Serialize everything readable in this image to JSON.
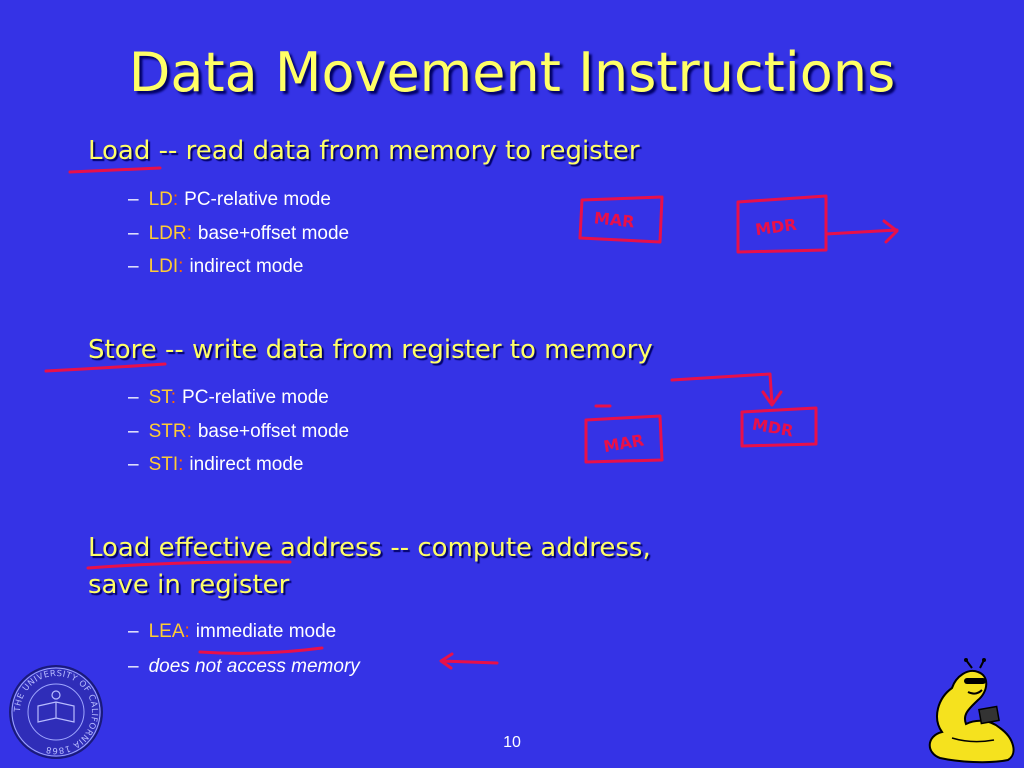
{
  "slide": {
    "title": "Data Movement Instructions",
    "page_number": "10",
    "sections": [
      {
        "heading": "Load -- read data from memory to register",
        "items": [
          {
            "keyword": "LD",
            "colon": ":",
            "text": "PC-relative mode"
          },
          {
            "keyword": "LDR",
            "colon": ":",
            "text": "base+offset mode"
          },
          {
            "keyword": "LDI",
            "colon": ":",
            "text": "indirect mode"
          }
        ]
      },
      {
        "heading": "Store -- write data from register to memory",
        "items": [
          {
            "keyword": "ST",
            "colon": ":",
            "text": "PC-relative mode"
          },
          {
            "keyword": "STR",
            "colon": ":",
            "text": "base+offset mode"
          },
          {
            "keyword": "STI",
            "colon": ":",
            "text": "indirect mode"
          }
        ]
      },
      {
        "heading_line1": "Load effective address -- compute address,",
        "heading_line2": "save in register",
        "items": [
          {
            "keyword": "LEA",
            "colon": ":",
            "text": "immediate mode"
          },
          {
            "text": "does not access memory"
          }
        ]
      }
    ],
    "annotations": {
      "mar_1": "MAR",
      "mdr_1": "MDR",
      "mar_2": "MAR",
      "mdr_2": "MDR"
    },
    "seal_text": "THE UNIVERSITY OF CALIFORNIA 1868",
    "colors": {
      "background": "#3533e6",
      "heading": "#ffff66",
      "keyword": "#ffcc33",
      "ink": "#e8104a"
    }
  }
}
